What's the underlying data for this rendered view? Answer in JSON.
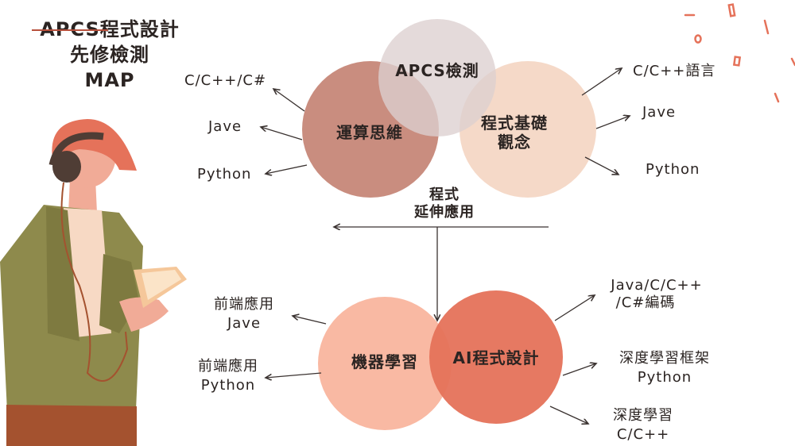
{
  "title": {
    "line1": "APCS程式設計",
    "line2": "先修檢測",
    "line3": "MAP"
  },
  "top_circles": {
    "center": "APCS檢測",
    "left": "運算思維",
    "right_line1": "程式基礎",
    "right_line2": "觀念"
  },
  "left_labels": [
    "C/C++/C#",
    "Jave",
    "Python"
  ],
  "right_labels": [
    "C/C++語言",
    "Jave",
    "Python"
  ],
  "connector": {
    "line1": "程式",
    "line2": "延伸應用"
  },
  "bottom_circles": {
    "left": "機器學習",
    "right": "AI程式設計"
  },
  "bottom_left_labels": [
    {
      "line1": "前端應用",
      "line2": "Jave"
    },
    {
      "line1": "前端應用",
      "line2": "Python"
    }
  ],
  "bottom_right_labels": [
    {
      "line1": "Java/C/C++",
      "line2": "/C#編碼"
    },
    {
      "line1": "深度學習框架",
      "line2": "Python"
    },
    {
      "line1": "深度學習",
      "line2": "C/C++"
    }
  ],
  "colors": {
    "circle_top_center": "#ddd0d0",
    "circle_top_left": "#c98d7f",
    "circle_top_right": "#f5d9c8",
    "circle_bottom_left": "#f9b9a3",
    "circle_bottom_right": "#e5725a",
    "text": "#2b2422",
    "arrow": "#3a3230"
  }
}
